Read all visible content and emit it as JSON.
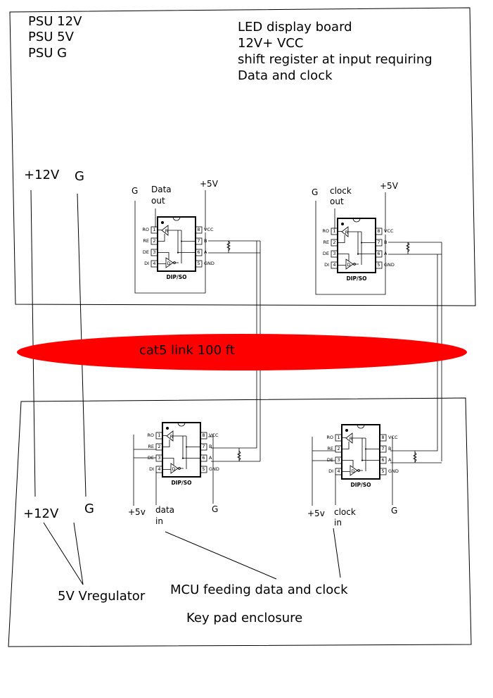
{
  "top_enclosure": {
    "psu_labels": [
      "PSU 12V",
      "PSU 5V",
      "PSU G"
    ],
    "board_lines": [
      "LED display board",
      "12V+ VCC",
      "shift register at input requiring",
      "Data and clock"
    ],
    "rail_12v": "+12V",
    "rail_g": "G",
    "left_chip": {
      "g": "G",
      "signal": "Data",
      "signal2": "out",
      "vcc": "+5V"
    },
    "right_chip": {
      "g": "G",
      "signal": "clock",
      "signal2": "out",
      "vcc": "+5V"
    }
  },
  "link": {
    "label": "cat5 link 100 ft",
    "color": "#ff0000",
    "text_color": "#ffffff"
  },
  "bottom_enclosure": {
    "rail_12v": "+12V",
    "rail_g": "G",
    "left_chip": {
      "vcc": "+5v",
      "signal": "data",
      "signal2": "in",
      "g": "G"
    },
    "right_chip": {
      "vcc": "+5v",
      "signal": "clock",
      "signal2": "in",
      "g": "G"
    },
    "regulator": "5V Vregulator",
    "mcu": "MCU feeding data and clock",
    "title": "Key pad enclosure"
  },
  "chip": {
    "caption": "DIP/SO",
    "left_pins": [
      "RO",
      "RE",
      "DE",
      "DI"
    ],
    "left_nums": [
      "1",
      "2",
      "3",
      "4"
    ],
    "right_pins": [
      "VCC",
      "B",
      "A",
      "GND"
    ],
    "right_nums": [
      "8",
      "7",
      "6",
      "5"
    ],
    "receiver_mark": "R",
    "driver_mark": "D"
  }
}
